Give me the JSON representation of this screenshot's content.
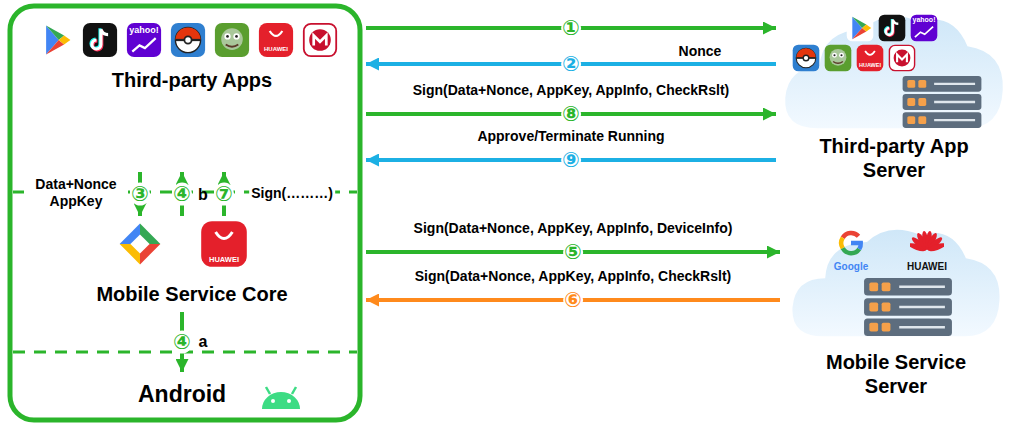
{
  "diagram": {
    "nodes": [
      {
        "text": [
          "Third-party Apps"
        ]
      },
      {
        "text": [
          "Mobile Service Core"
        ]
      },
      {
        "text": [
          "Android"
        ]
      },
      {
        "text": [
          "Third-party App Server"
        ]
      },
      {
        "text": [
          "Mobile Service Server"
        ]
      }
    ],
    "edges": [
      {
        "from": 0,
        "to": 3,
        "label": "①",
        "arrow": "to"
      },
      {
        "from": 3,
        "to": 0,
        "label": "②",
        "arrow": "to"
      },
      {
        "from": 0,
        "to": 1,
        "label": "③",
        "arrow": "to"
      },
      {
        "from": 1,
        "to": 0,
        "label": "④",
        "arrow": "to"
      },
      {
        "from": 1,
        "to": 2,
        "label": "④",
        "arrow": "to"
      },
      {
        "from": 1,
        "to": 4,
        "label": "⑤",
        "arrow": "to"
      },
      {
        "from": 4,
        "to": 1,
        "label": "⑥",
        "arrow": "to"
      },
      {
        "from": 1,
        "to": 0,
        "label": "⑦",
        "arrow": "to"
      },
      {
        "from": 0,
        "to": 3,
        "label": "⑧",
        "arrow": "to"
      },
      {
        "from": 3,
        "to": 0,
        "label": "⑨",
        "arrow": "to"
      }
    ],
    "labels": [
      "yahoo!",
      "HUAWEI",
      "Data+Nonce AppKey",
      "b",
      "Sign(………)",
      "HUAWEI",
      "a",
      "Nonce",
      "Sign(Data+Nonce, AppKey, AppInfo, CheckRslt)",
      "Approve/Terminate Running",
      "yahoo!",
      "HUAWEI",
      "Sign(Data+Nonce, AppKey, AppInfo, DeviceInfo)",
      "Sign(Data+Nonce, AppKey, AppInfo, CheckRslt)",
      "Google",
      "HUAWEI"
    ]
  }
}
